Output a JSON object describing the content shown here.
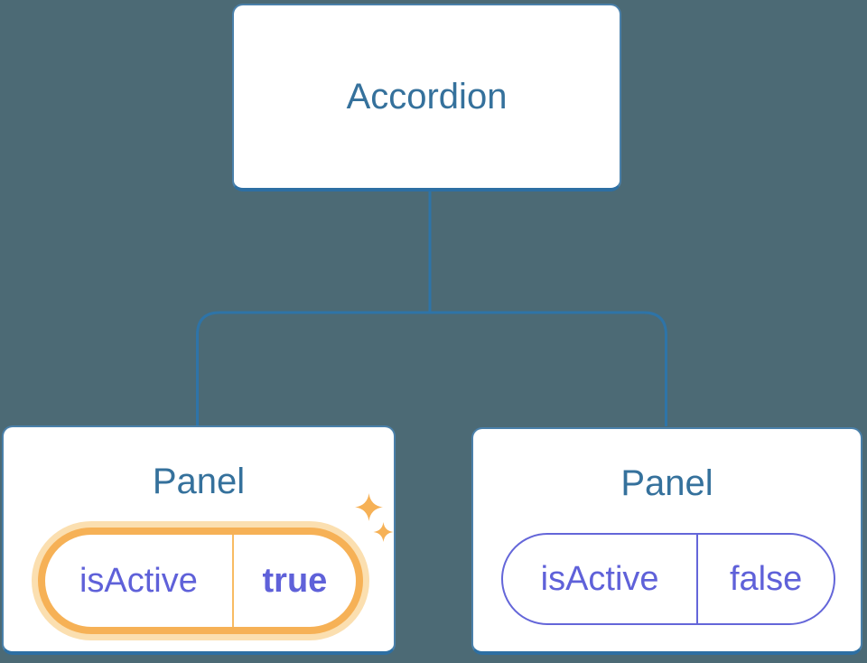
{
  "diagram": {
    "root": {
      "label": "Accordion"
    },
    "children": [
      {
        "title": "Panel",
        "state": {
          "key": "isActive",
          "value": "true"
        },
        "highlighted": true
      },
      {
        "title": "Panel",
        "state": {
          "key": "isActive",
          "value": "false"
        },
        "highlighted": false
      }
    ]
  },
  "colors": {
    "background": "#4c6a75",
    "connector": "#2e74a8",
    "node_border": "#4a80aa",
    "node_border_bottom": "#2d6fa3",
    "title_text": "#35719c",
    "state_text": "#5f61d9",
    "state_border": "#6466d9",
    "highlight_ring": "#f6b156",
    "highlight_halo": "#fbdfb0",
    "highlight_divider": "#f8bb63",
    "sparkle": "#f6b156"
  },
  "icons": {
    "sparkle": "four-point-star"
  }
}
